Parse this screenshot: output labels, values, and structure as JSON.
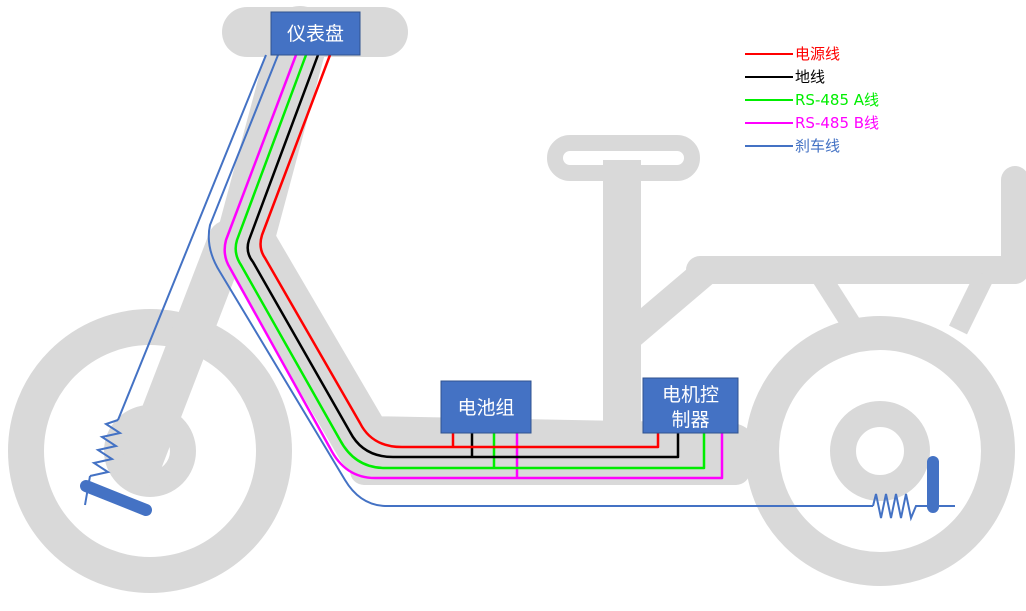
{
  "components": {
    "dashboard": "仪表盘",
    "battery": "电池组",
    "controller_line1": "电机控",
    "controller_line2": "制器"
  },
  "legend": [
    {
      "key": "power",
      "label": "电源线",
      "color": "#ff0000"
    },
    {
      "key": "ground",
      "label": "地线",
      "color": "#000000"
    },
    {
      "key": "rs485a",
      "label": "RS-485 A线",
      "color": "#00ee00"
    },
    {
      "key": "rs485b",
      "label": "RS-485 B线",
      "color": "#ff00ff"
    },
    {
      "key": "brake",
      "label": "刹车线",
      "color": "#4472c4"
    }
  ],
  "colors": {
    "frame": "#d9d9d9",
    "box": "#4472c4",
    "box_border": "#2f528f"
  }
}
